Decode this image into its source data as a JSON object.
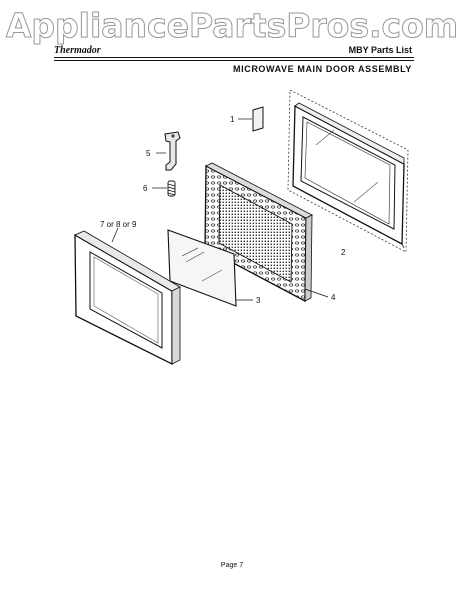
{
  "header": {
    "watermark": "AppliancePartsPros.com",
    "brand": "Thermador",
    "parts_list": "MBY Parts List",
    "section_title": "MICROWAVE MAIN DOOR ASSEMBLY"
  },
  "callouts": [
    {
      "number": "1"
    },
    {
      "number": "2"
    },
    {
      "number": "3"
    },
    {
      "number": "4"
    },
    {
      "number": "5"
    },
    {
      "number": "6"
    },
    {
      "number": "7 or 8 or 9"
    }
  ],
  "footer": {
    "page": "Page 7"
  }
}
